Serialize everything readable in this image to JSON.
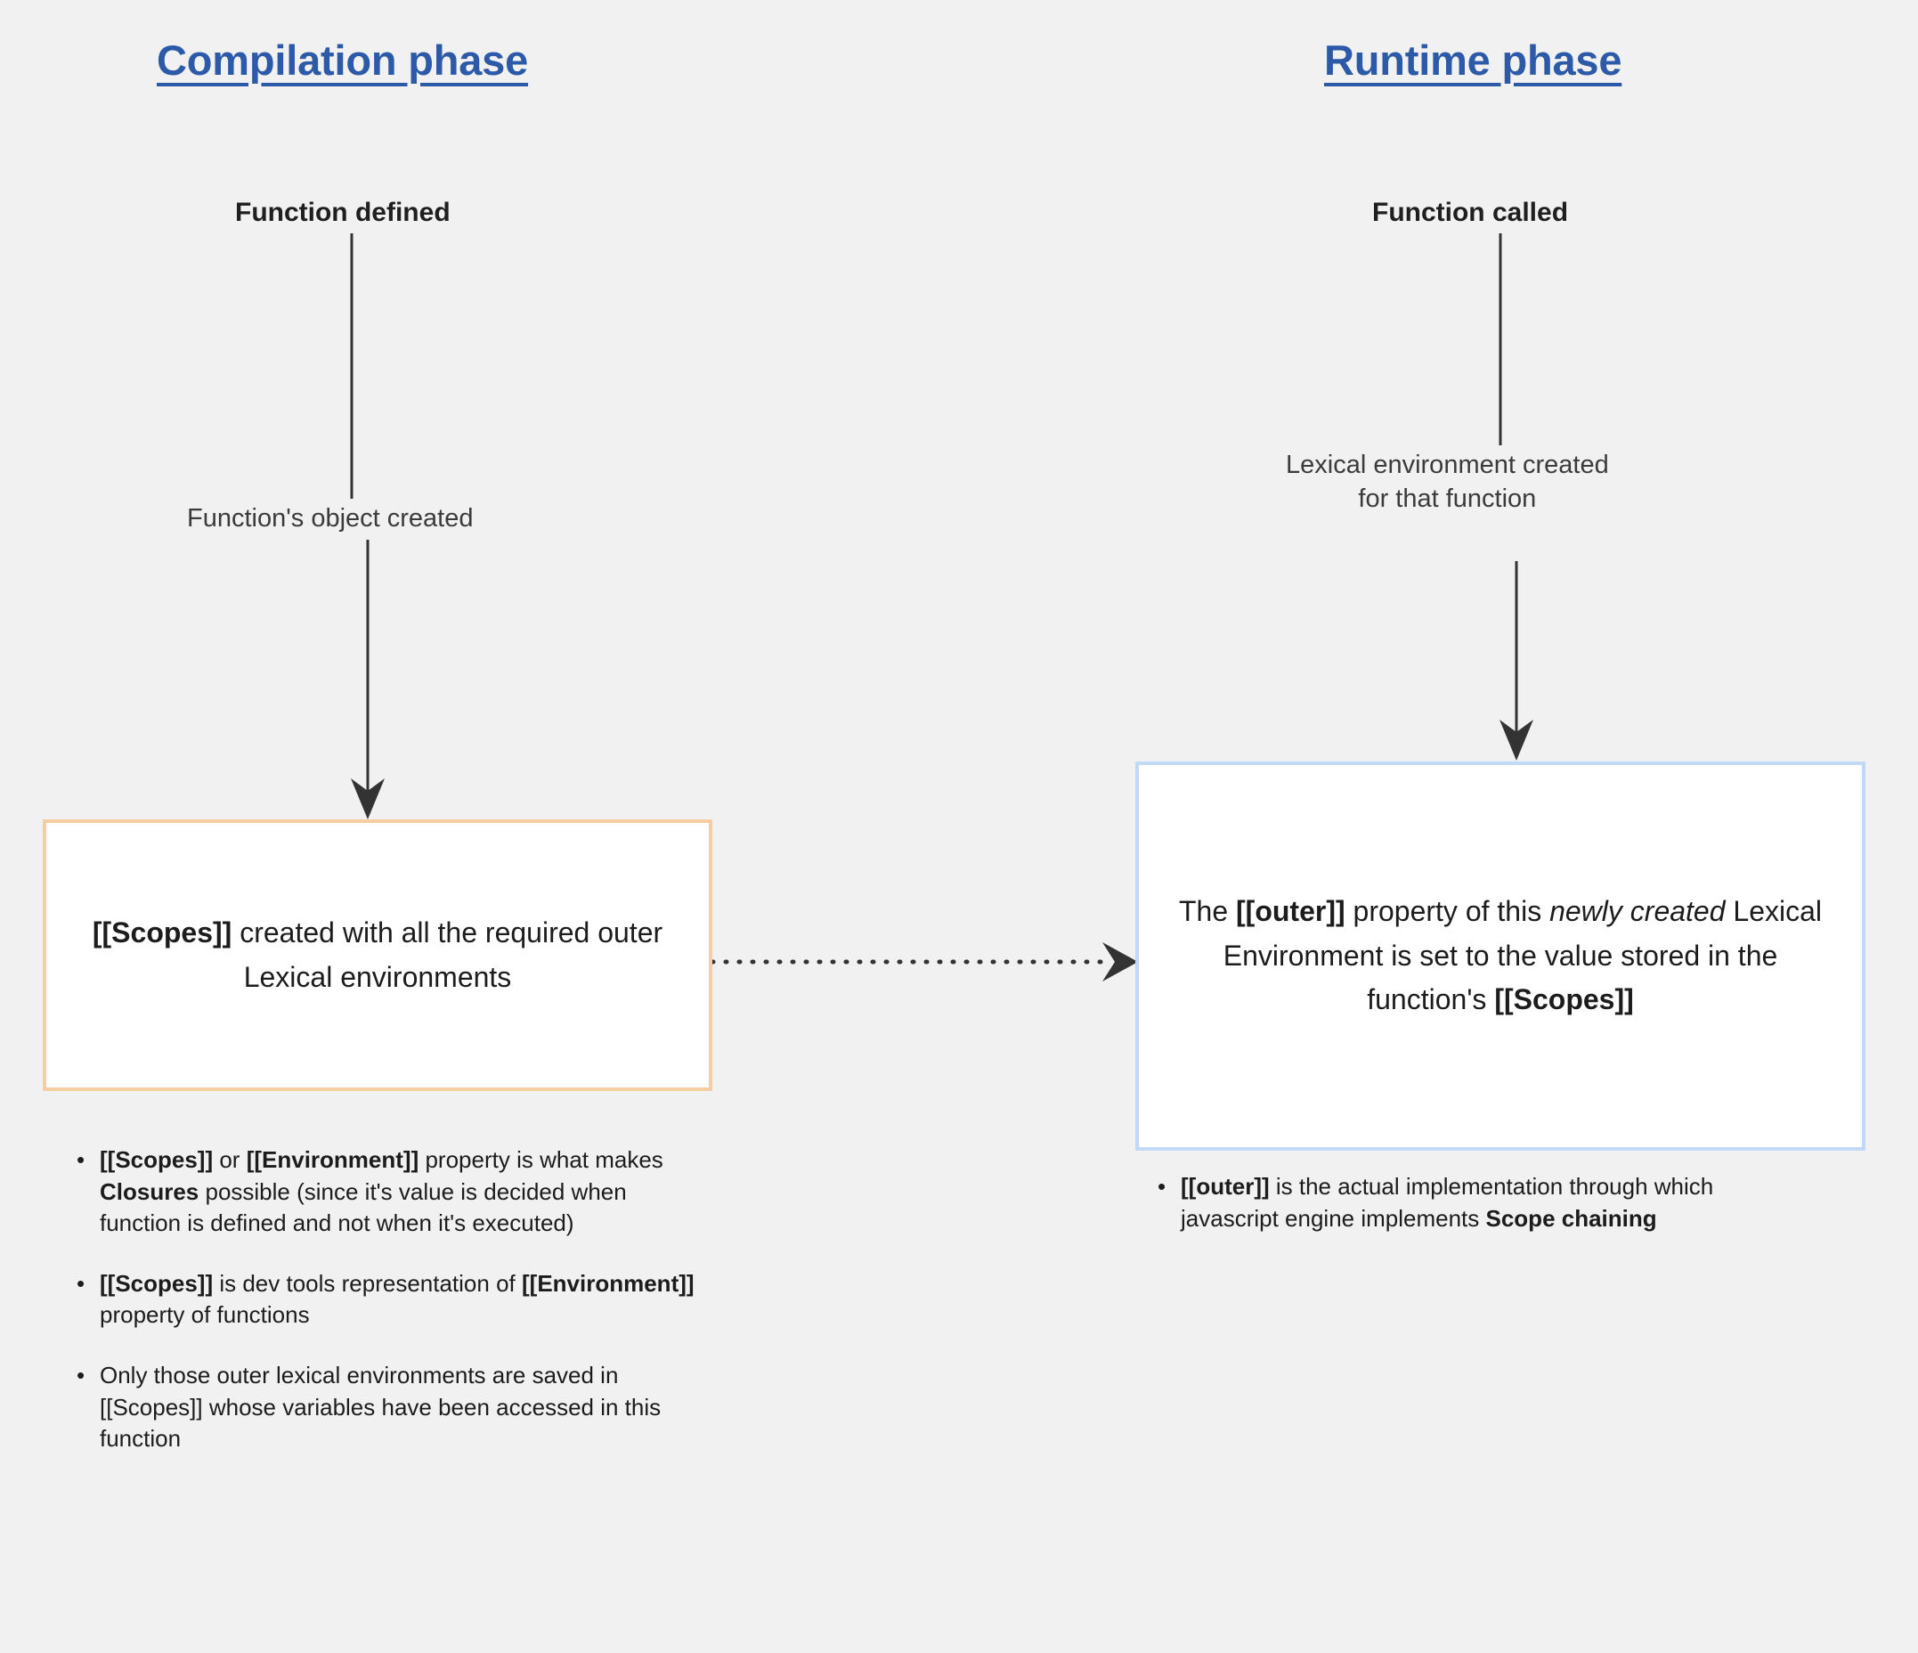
{
  "diagram": {
    "background_color": "#F1F1F1",
    "title_color": "#2C5AA8",
    "left_box_border_color": "#F6CCA2",
    "right_box_border_color": "#C2D8F7",
    "arrow_color": "#333333"
  },
  "columns": {
    "compilation": {
      "title": "Compilation phase",
      "step_caption": "Function defined",
      "edge_label": "Function's object created",
      "box": {
        "text_plain": "[[Scopes]] created with all the required outer Lexical environments",
        "segments": [
          {
            "text": "[[Scopes]]",
            "style": "bold"
          },
          {
            "text": " created with all the required outer Lexical environments",
            "style": "normal"
          }
        ]
      },
      "notes": [
        {
          "bullet": "•",
          "text_plain": "[[Scopes]] or [[Environment]] property is what makes Closures possible (since it's value is decided when function is defined and not when it's executed)",
          "segments": [
            {
              "text": "[[Scopes]]",
              "style": "bold"
            },
            {
              "text": " or ",
              "style": "normal"
            },
            {
              "text": "[[Environment]]",
              "style": "bold"
            },
            {
              "text": " property is what makes ",
              "style": "normal"
            },
            {
              "text": "Closures",
              "style": "bold"
            },
            {
              "text": " possible (since it's value is decided when function is defined and not when it's executed)",
              "style": "normal"
            }
          ]
        },
        {
          "bullet": "•",
          "text_plain": "[[Scopes]] is dev tools representation of [[Environment]] property of functions",
          "segments": [
            {
              "text": "[[Scopes]]",
              "style": "bold"
            },
            {
              "text": " is dev tools representation of ",
              "style": "normal"
            },
            {
              "text": "[[Environment]]",
              "style": "bold"
            },
            {
              "text": " property of functions",
              "style": "normal"
            }
          ]
        },
        {
          "bullet": "•",
          "text_plain": "Only those outer lexical environments are saved in [[Scopes]] whose variables have been accessed in this function",
          "segments": [
            {
              "text": "Only those outer lexical environments are saved in [[Scopes]] whose variables have been accessed in this function",
              "style": "normal"
            }
          ]
        }
      ]
    },
    "runtime": {
      "title": "Runtime phase",
      "step_caption": "Function called",
      "edge_label": "Lexical environment created\nfor that function",
      "edge_label_lines": [
        "Lexical environment created",
        "for that function"
      ],
      "box": {
        "text_plain": "The [[outer]] property of this newly created Lexical Environment is set to the value stored in the function's [[Scopes]]",
        "segments": [
          {
            "text": "The ",
            "style": "normal"
          },
          {
            "text": "[[outer]]",
            "style": "bold"
          },
          {
            "text": " property of this ",
            "style": "normal"
          },
          {
            "text": "newly created",
            "style": "italic"
          },
          {
            "text": " Lexical Environment is set to the value stored in the function's ",
            "style": "normal"
          },
          {
            "text": "[[Scopes]]",
            "style": "bold"
          }
        ]
      },
      "notes": [
        {
          "bullet": "•",
          "text_plain": "[[outer]] is the actual implementation through which javascript engine implements Scope chaining",
          "segments": [
            {
              "text": "[[outer]]",
              "style": "bold"
            },
            {
              "text": " is the actual implementation through which javascript engine implements ",
              "style": "normal"
            },
            {
              "text": "Scope chaining",
              "style": "bold"
            }
          ]
        }
      ]
    }
  },
  "connectors": {
    "cross_phase": {
      "style": "dotted",
      "direction": "left-to-right",
      "from": "[[Scopes]] box",
      "to": "[[outer]] box"
    }
  }
}
